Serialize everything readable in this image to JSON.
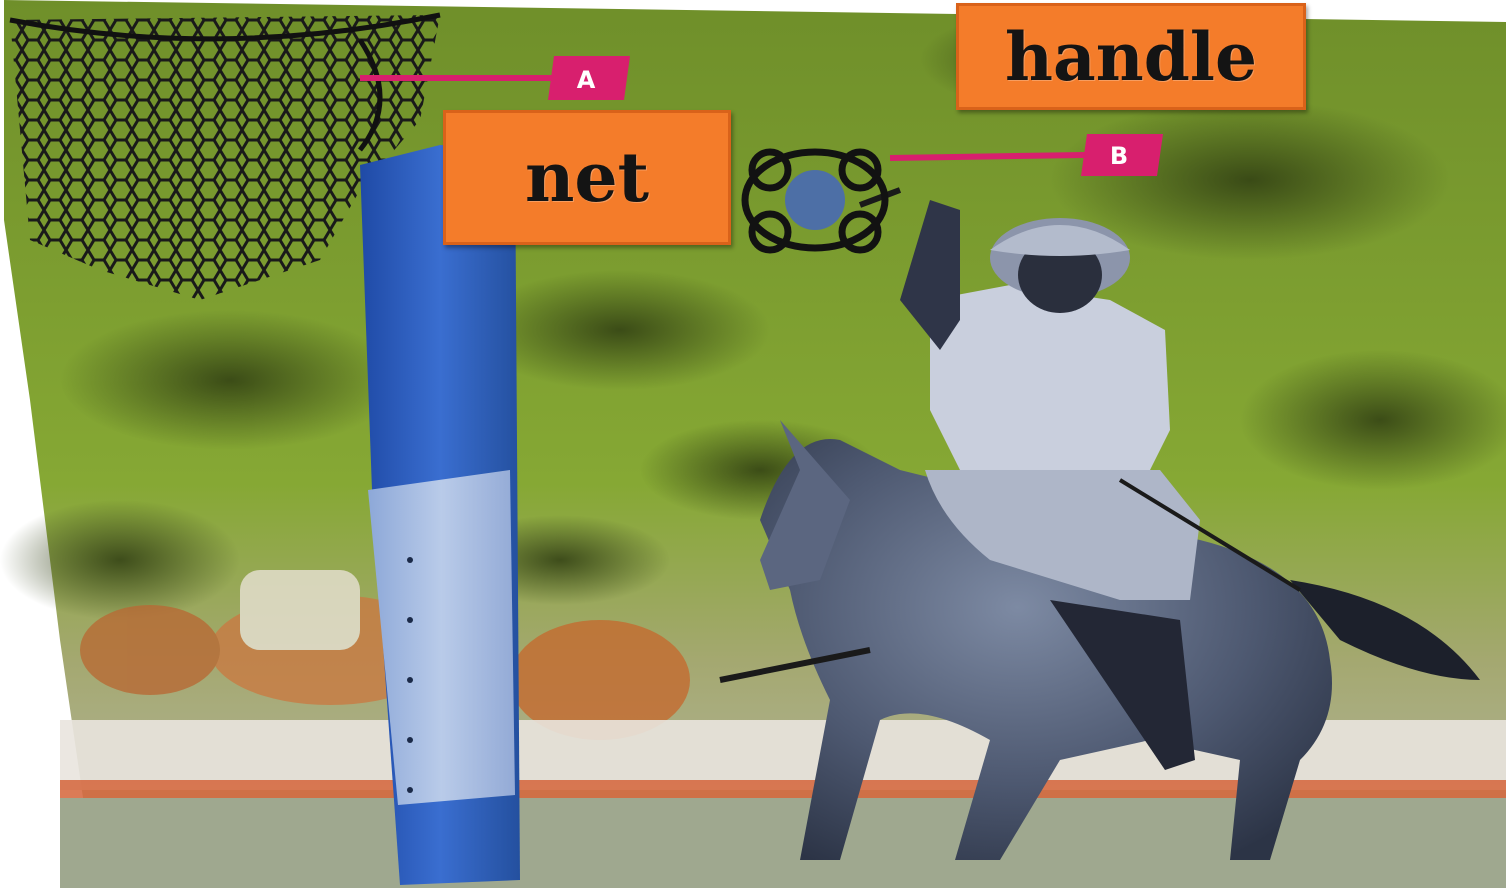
{
  "labels": {
    "net": "net",
    "handle": "handle"
  },
  "markers": {
    "a": "A",
    "b": "B"
  },
  "colors": {
    "label_fill": "#f47c2a",
    "marker_fill": "#d81f6e",
    "pole_blue": "#2f5fbf",
    "foliage_green": "#7fa22a"
  }
}
